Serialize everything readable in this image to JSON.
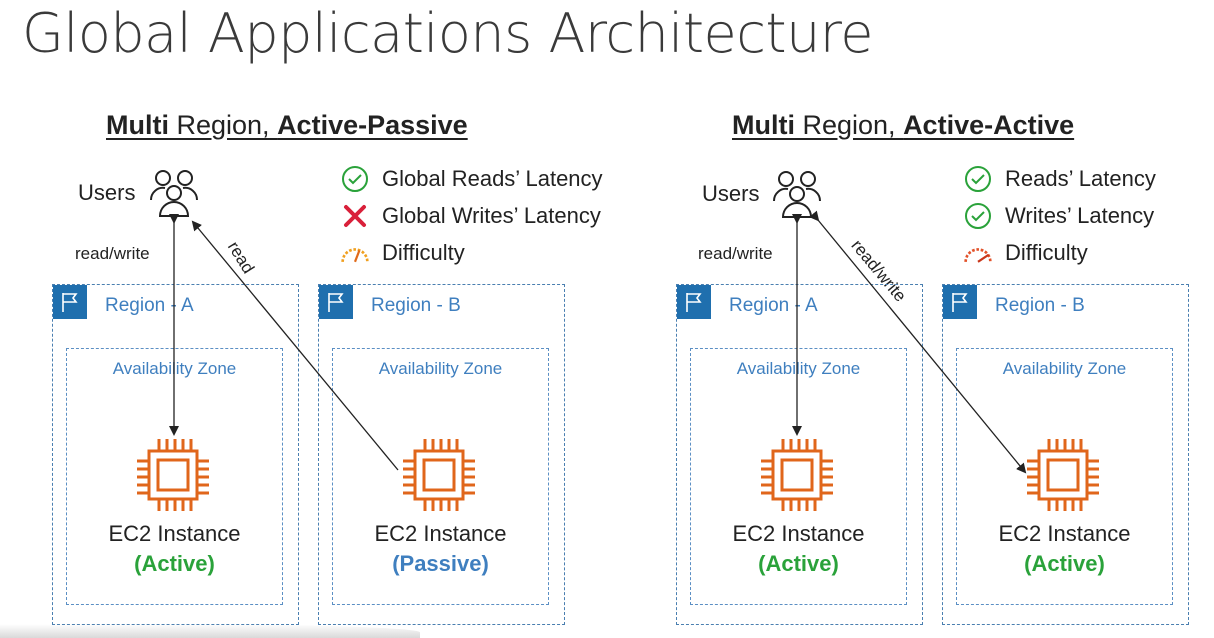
{
  "title": "Global Applications Architecture",
  "left": {
    "heading_part1": "Multi",
    "heading_part2": " Region, ",
    "heading_part3": "Active-Passive",
    "users_label": "Users",
    "rw_label": "read/write",
    "diag_label": "read",
    "features": [
      {
        "icon": "check-circle-icon",
        "text": "Global Reads’ Latency"
      },
      {
        "icon": "red-x-icon",
        "text": "Global Writes’ Latency"
      },
      {
        "icon": "gauge-medium-icon",
        "text": "Difficulty"
      }
    ],
    "regions": [
      {
        "name": "Region - A",
        "az": "Availability Zone",
        "instance": "EC2 Instance",
        "state": "(Active)"
      },
      {
        "name": "Region - B",
        "az": "Availability Zone",
        "instance": "EC2 Instance",
        "state": "(Passive)"
      }
    ]
  },
  "right": {
    "heading_part1": "Multi",
    "heading_part2": " Region, ",
    "heading_part3": "Active-Active",
    "users_label": "Users",
    "rw_label": "read/write",
    "diag_label": "read/write",
    "features": [
      {
        "icon": "check-circle-icon",
        "text": "Reads’ Latency"
      },
      {
        "icon": "check-circle-icon",
        "text": "Writes’ Latency"
      },
      {
        "icon": "gauge-high-icon",
        "text": "Difficulty"
      }
    ],
    "regions": [
      {
        "name": "Region - A",
        "az": "Availability Zone",
        "instance": "EC2 Instance",
        "state": "(Active)"
      },
      {
        "name": "Region - B",
        "az": "Availability Zone",
        "instance": "EC2 Instance",
        "state": "(Active)"
      }
    ]
  },
  "colors": {
    "active": "#2aa23a",
    "passive": "#3f7fbf",
    "ec2_orange": "#e0661b",
    "region_blue": "#1f6fae",
    "check_green": "#2aa23a",
    "x_red": "#d9203a"
  }
}
